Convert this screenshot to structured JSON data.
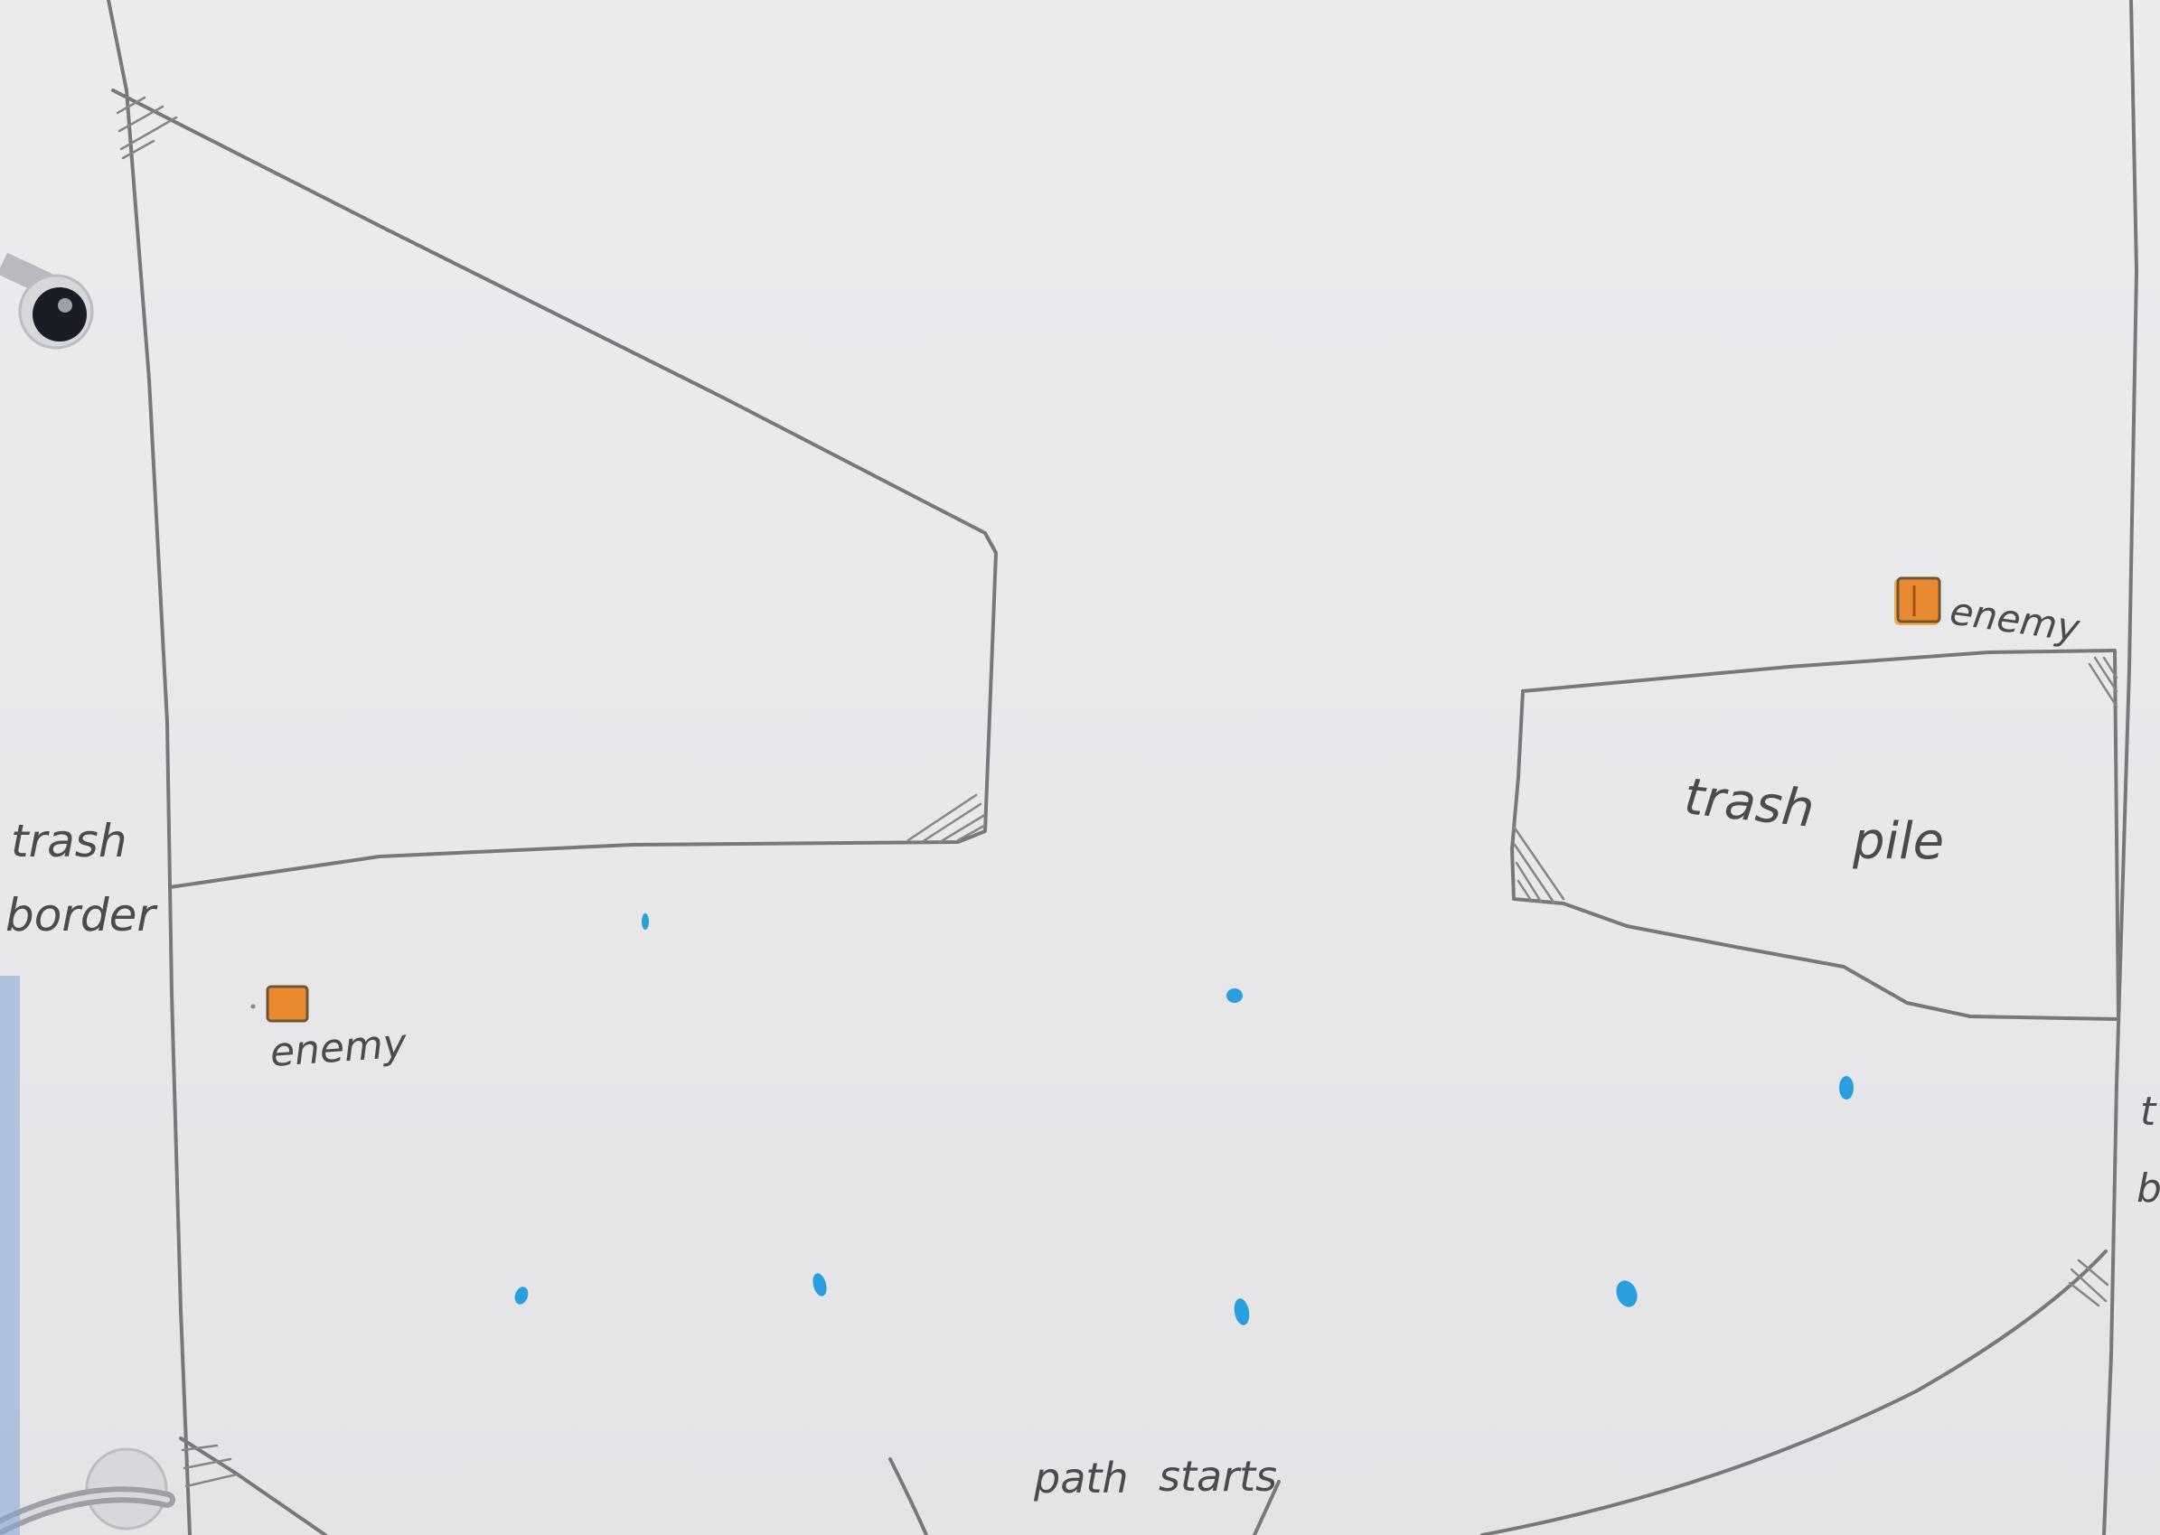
{
  "sketch": {
    "labels": {
      "left_border_line1": "trash",
      "left_border_line2": "border",
      "trash_pile_word1": "trash",
      "trash_pile_word2": "pile",
      "enemy_left": "enemy",
      "enemy_right": "enemy",
      "path_starts_word1": "path",
      "path_starts_word2": "starts"
    },
    "colors": {
      "paper": "#e9e9ec",
      "pencil": "#77777c",
      "enemy_fill": "#e8892f",
      "water_drop": "#2a9fe0",
      "binder_ring": "#9fa0a6"
    },
    "icons": {
      "enemy_marker": "orange-square",
      "water_drop": "blue-drop",
      "binder_ring": "ring"
    }
  }
}
